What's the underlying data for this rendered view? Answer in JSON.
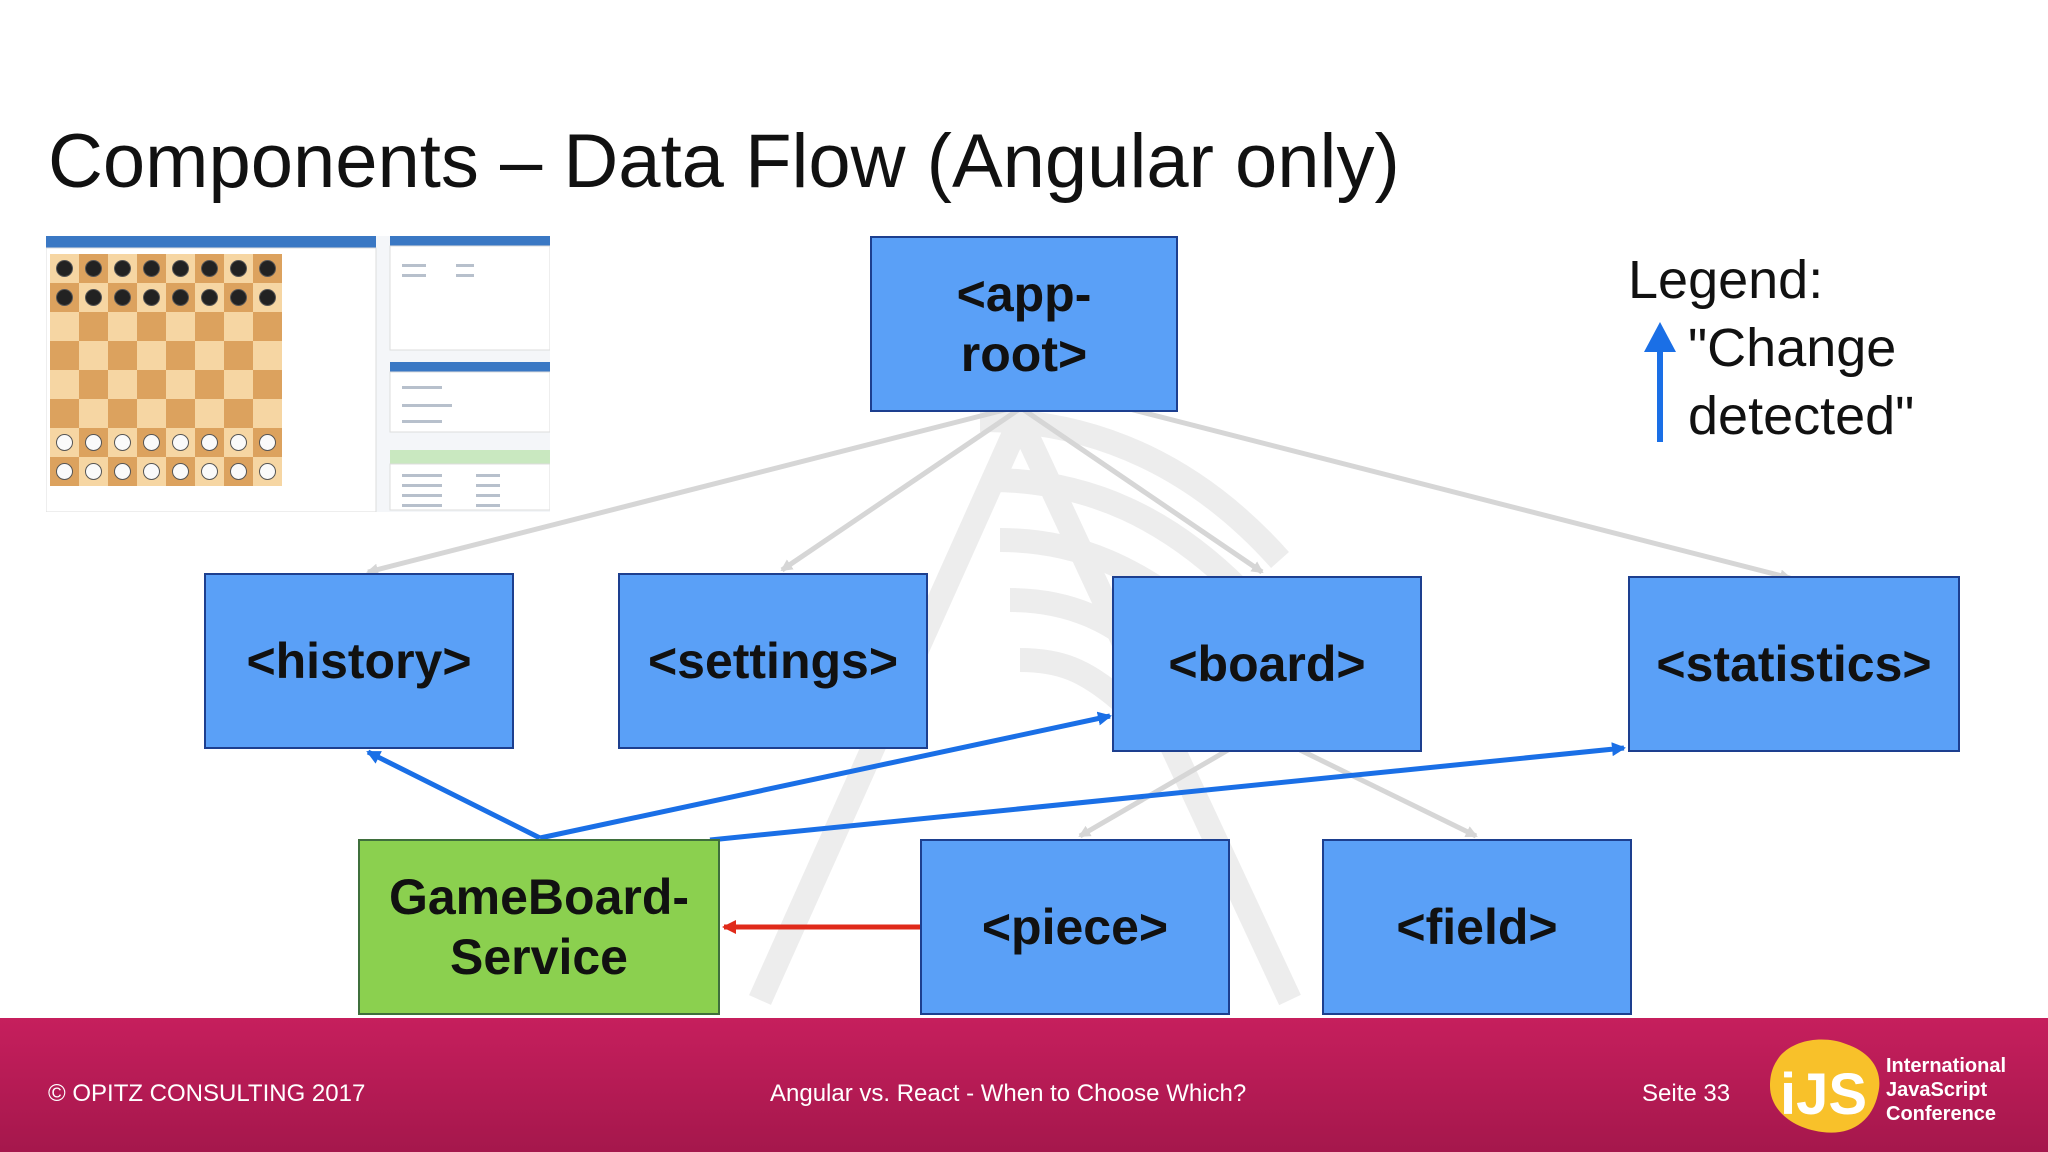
{
  "slide": {
    "title": "Components – Data Flow (Angular only)"
  },
  "nodes": {
    "app_root": "<app-\nroot>",
    "history": "<history>",
    "settings": "<settings>",
    "board": "<board>",
    "statistics": "<statistics>",
    "service": "GameBoard-\nService",
    "piece": "<piece>",
    "field": "<field>"
  },
  "legend": {
    "title": "Legend:",
    "text": "\"Change\ndetected\""
  },
  "footer": {
    "copyright": "© OPITZ CONSULTING 2017",
    "talk": "Angular vs. React - When to Choose Which?",
    "page": "Seite 33"
  },
  "logo": {
    "mark": "iJS",
    "text": "International\nJavaScript\nConference"
  },
  "colors": {
    "component": "#5aa0f7",
    "service": "#8bd04f",
    "change_arrow": "#1a6fe6",
    "inject_arrow": "#e02a1a",
    "tree_edge": "#d6d6d6",
    "footer": "#b81b55"
  },
  "icons": {
    "thumbnail": "chess-app-screenshot",
    "watermark": "conference-logo-watermark"
  }
}
